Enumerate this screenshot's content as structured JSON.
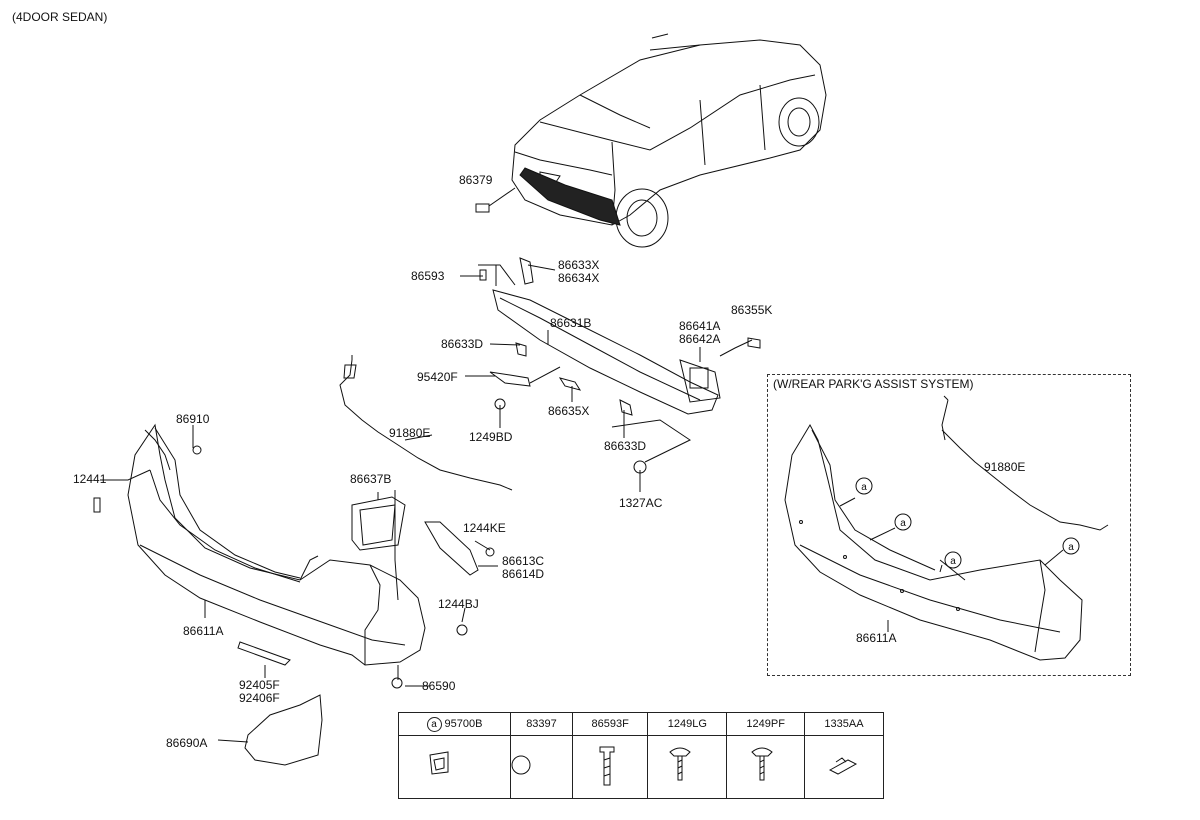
{
  "variant": "(4DOOR SEDAN)",
  "inset": {
    "title": "(W/REAR PARK'G ASSIST SYSTEM)"
  },
  "callouts": {
    "c86379": "86379",
    "c86593": "86593",
    "c86633X": "86633X",
    "c86634X": "86634X",
    "c86631B": "86631B",
    "c86641A": "86641A",
    "c86642A": "86642A",
    "c86355K": "86355K",
    "c86633D_1": "86633D",
    "c95420F": "95420F",
    "c86635X": "86635X",
    "c1249BD": "1249BD",
    "c86633D_2": "86633D",
    "c1327AC": "1327AC",
    "c86910": "86910",
    "c91880E": "91880E",
    "c12441": "12441",
    "c86637B": "86637B",
    "c1244KE": "1244KE",
    "c86613C": "86613C",
    "c86614D": "86614D",
    "c1244BJ": "1244BJ",
    "c86611A": "86611A",
    "c92405F": "92405F",
    "c92406F": "92406F",
    "c86590": "86590",
    "c86690A": "86690A",
    "i91880E": "91880E",
    "i86611A": "86611A",
    "marker": "a"
  },
  "legend": {
    "headers": [
      "95700B",
      "83397",
      "86593F",
      "1249LG",
      "1249PF",
      "1335AA"
    ],
    "marker": "a"
  }
}
